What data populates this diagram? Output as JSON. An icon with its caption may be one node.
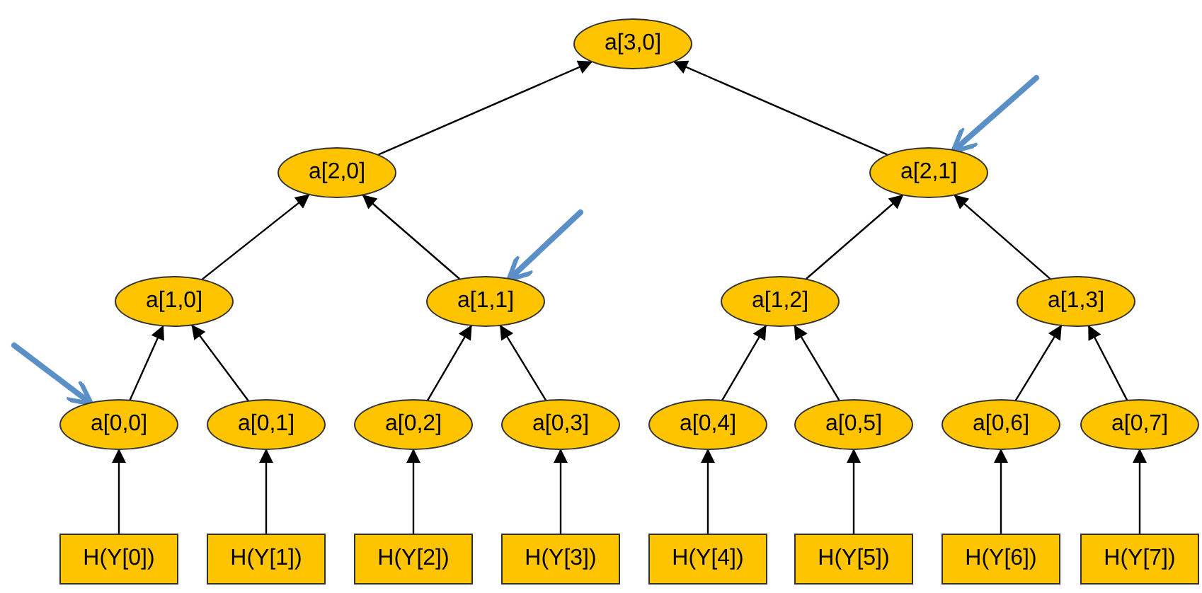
{
  "diagram": {
    "nodes": [
      {
        "text": [
          "a[3,0]"
        ]
      },
      {
        "text": [
          "a[2,0]"
        ]
      },
      {
        "text": [
          "a[2,1]"
        ]
      },
      {
        "text": [
          "a[1,0]"
        ]
      },
      {
        "text": [
          "a[1,1]"
        ]
      },
      {
        "text": [
          "a[1,2]"
        ]
      },
      {
        "text": [
          "a[1,3]"
        ]
      },
      {
        "text": [
          "a[0,0]"
        ]
      },
      {
        "text": [
          "a[0,1]"
        ]
      },
      {
        "text": [
          "a[0,2]"
        ]
      },
      {
        "text": [
          "a[0,3]"
        ]
      },
      {
        "text": [
          "a[0,4]"
        ]
      },
      {
        "text": [
          "a[0,5]"
        ]
      },
      {
        "text": [
          "a[0,6]"
        ]
      },
      {
        "text": [
          "a[0,7]"
        ]
      },
      {
        "text": [
          "H(Y[0])"
        ]
      },
      {
        "text": [
          "H(Y[1])"
        ]
      },
      {
        "text": [
          "H(Y[2])"
        ]
      },
      {
        "text": [
          "H(Y[3])"
        ]
      },
      {
        "text": [
          "H(Y[4])"
        ]
      },
      {
        "text": [
          "H(Y[5])"
        ]
      },
      {
        "text": [
          "H(Y[6])"
        ]
      },
      {
        "text": [
          "H(Y[7])"
        ]
      }
    ],
    "edges": [
      {
        "from": 1,
        "to": 0,
        "arrow": "to"
      },
      {
        "from": 2,
        "to": 0,
        "arrow": "to"
      },
      {
        "from": 3,
        "to": 1,
        "arrow": "to"
      },
      {
        "from": 4,
        "to": 1,
        "arrow": "to"
      },
      {
        "from": 5,
        "to": 2,
        "arrow": "to"
      },
      {
        "from": 6,
        "to": 2,
        "arrow": "to"
      },
      {
        "from": 7,
        "to": 3,
        "arrow": "to"
      },
      {
        "from": 8,
        "to": 3,
        "arrow": "to"
      },
      {
        "from": 9,
        "to": 4,
        "arrow": "to"
      },
      {
        "from": 10,
        "to": 4,
        "arrow": "to"
      },
      {
        "from": 11,
        "to": 5,
        "arrow": "to"
      },
      {
        "from": 12,
        "to": 5,
        "arrow": "to"
      },
      {
        "from": 13,
        "to": 6,
        "arrow": "to"
      },
      {
        "from": 14,
        "to": 6,
        "arrow": "to"
      },
      {
        "from": 15,
        "to": 7,
        "arrow": "to"
      },
      {
        "from": 16,
        "to": 8,
        "arrow": "to"
      },
      {
        "from": 17,
        "to": 9,
        "arrow": "to"
      },
      {
        "from": 18,
        "to": 10,
        "arrow": "to"
      },
      {
        "from": 19,
        "to": 11,
        "arrow": "to"
      },
      {
        "from": 20,
        "to": 12,
        "arrow": "to"
      },
      {
        "from": 21,
        "to": 13,
        "arrow": "to"
      },
      {
        "from": 22,
        "to": 14,
        "arrow": "to"
      },
      {
        "from": null,
        "to": 7,
        "arrow": "to",
        "style": "thick",
        "color": "#5b8fc7"
      },
      {
        "from": null,
        "to": 4,
        "arrow": "to",
        "style": "thick",
        "color": "#5b8fc7"
      },
      {
        "from": null,
        "to": 2,
        "arrow": "to",
        "style": "thick",
        "color": "#5b8fc7"
      }
    ]
  }
}
